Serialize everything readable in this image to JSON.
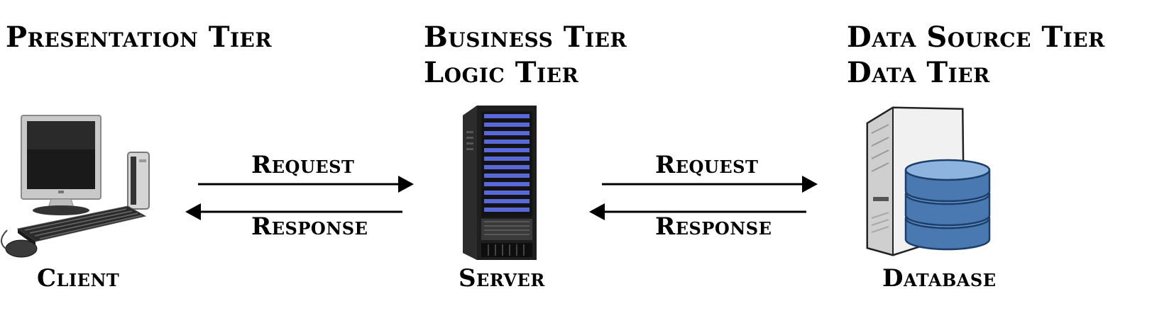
{
  "tiers": {
    "presentation": {
      "lines": [
        "Presentation Tier"
      ],
      "device_label": "Client",
      "icon": "desktop-computer-icon"
    },
    "business": {
      "lines": [
        "Business Tier",
        "Logic Tier"
      ],
      "device_label": "Server",
      "icon": "server-rack-icon"
    },
    "data": {
      "lines": [
        "Data Source Tier",
        "Data Tier"
      ],
      "device_label": "Database",
      "icon": "database-icon"
    }
  },
  "arrows": {
    "left": {
      "request_label": "Request",
      "response_label": "Response"
    },
    "right": {
      "request_label": "Request",
      "response_label": "Response"
    }
  },
  "colors": {
    "text": "#000000",
    "arrow": "#000000",
    "database_blue": "#4a78b0",
    "server_body": "#1e1e1e",
    "server_leds": "#5a68d8"
  }
}
